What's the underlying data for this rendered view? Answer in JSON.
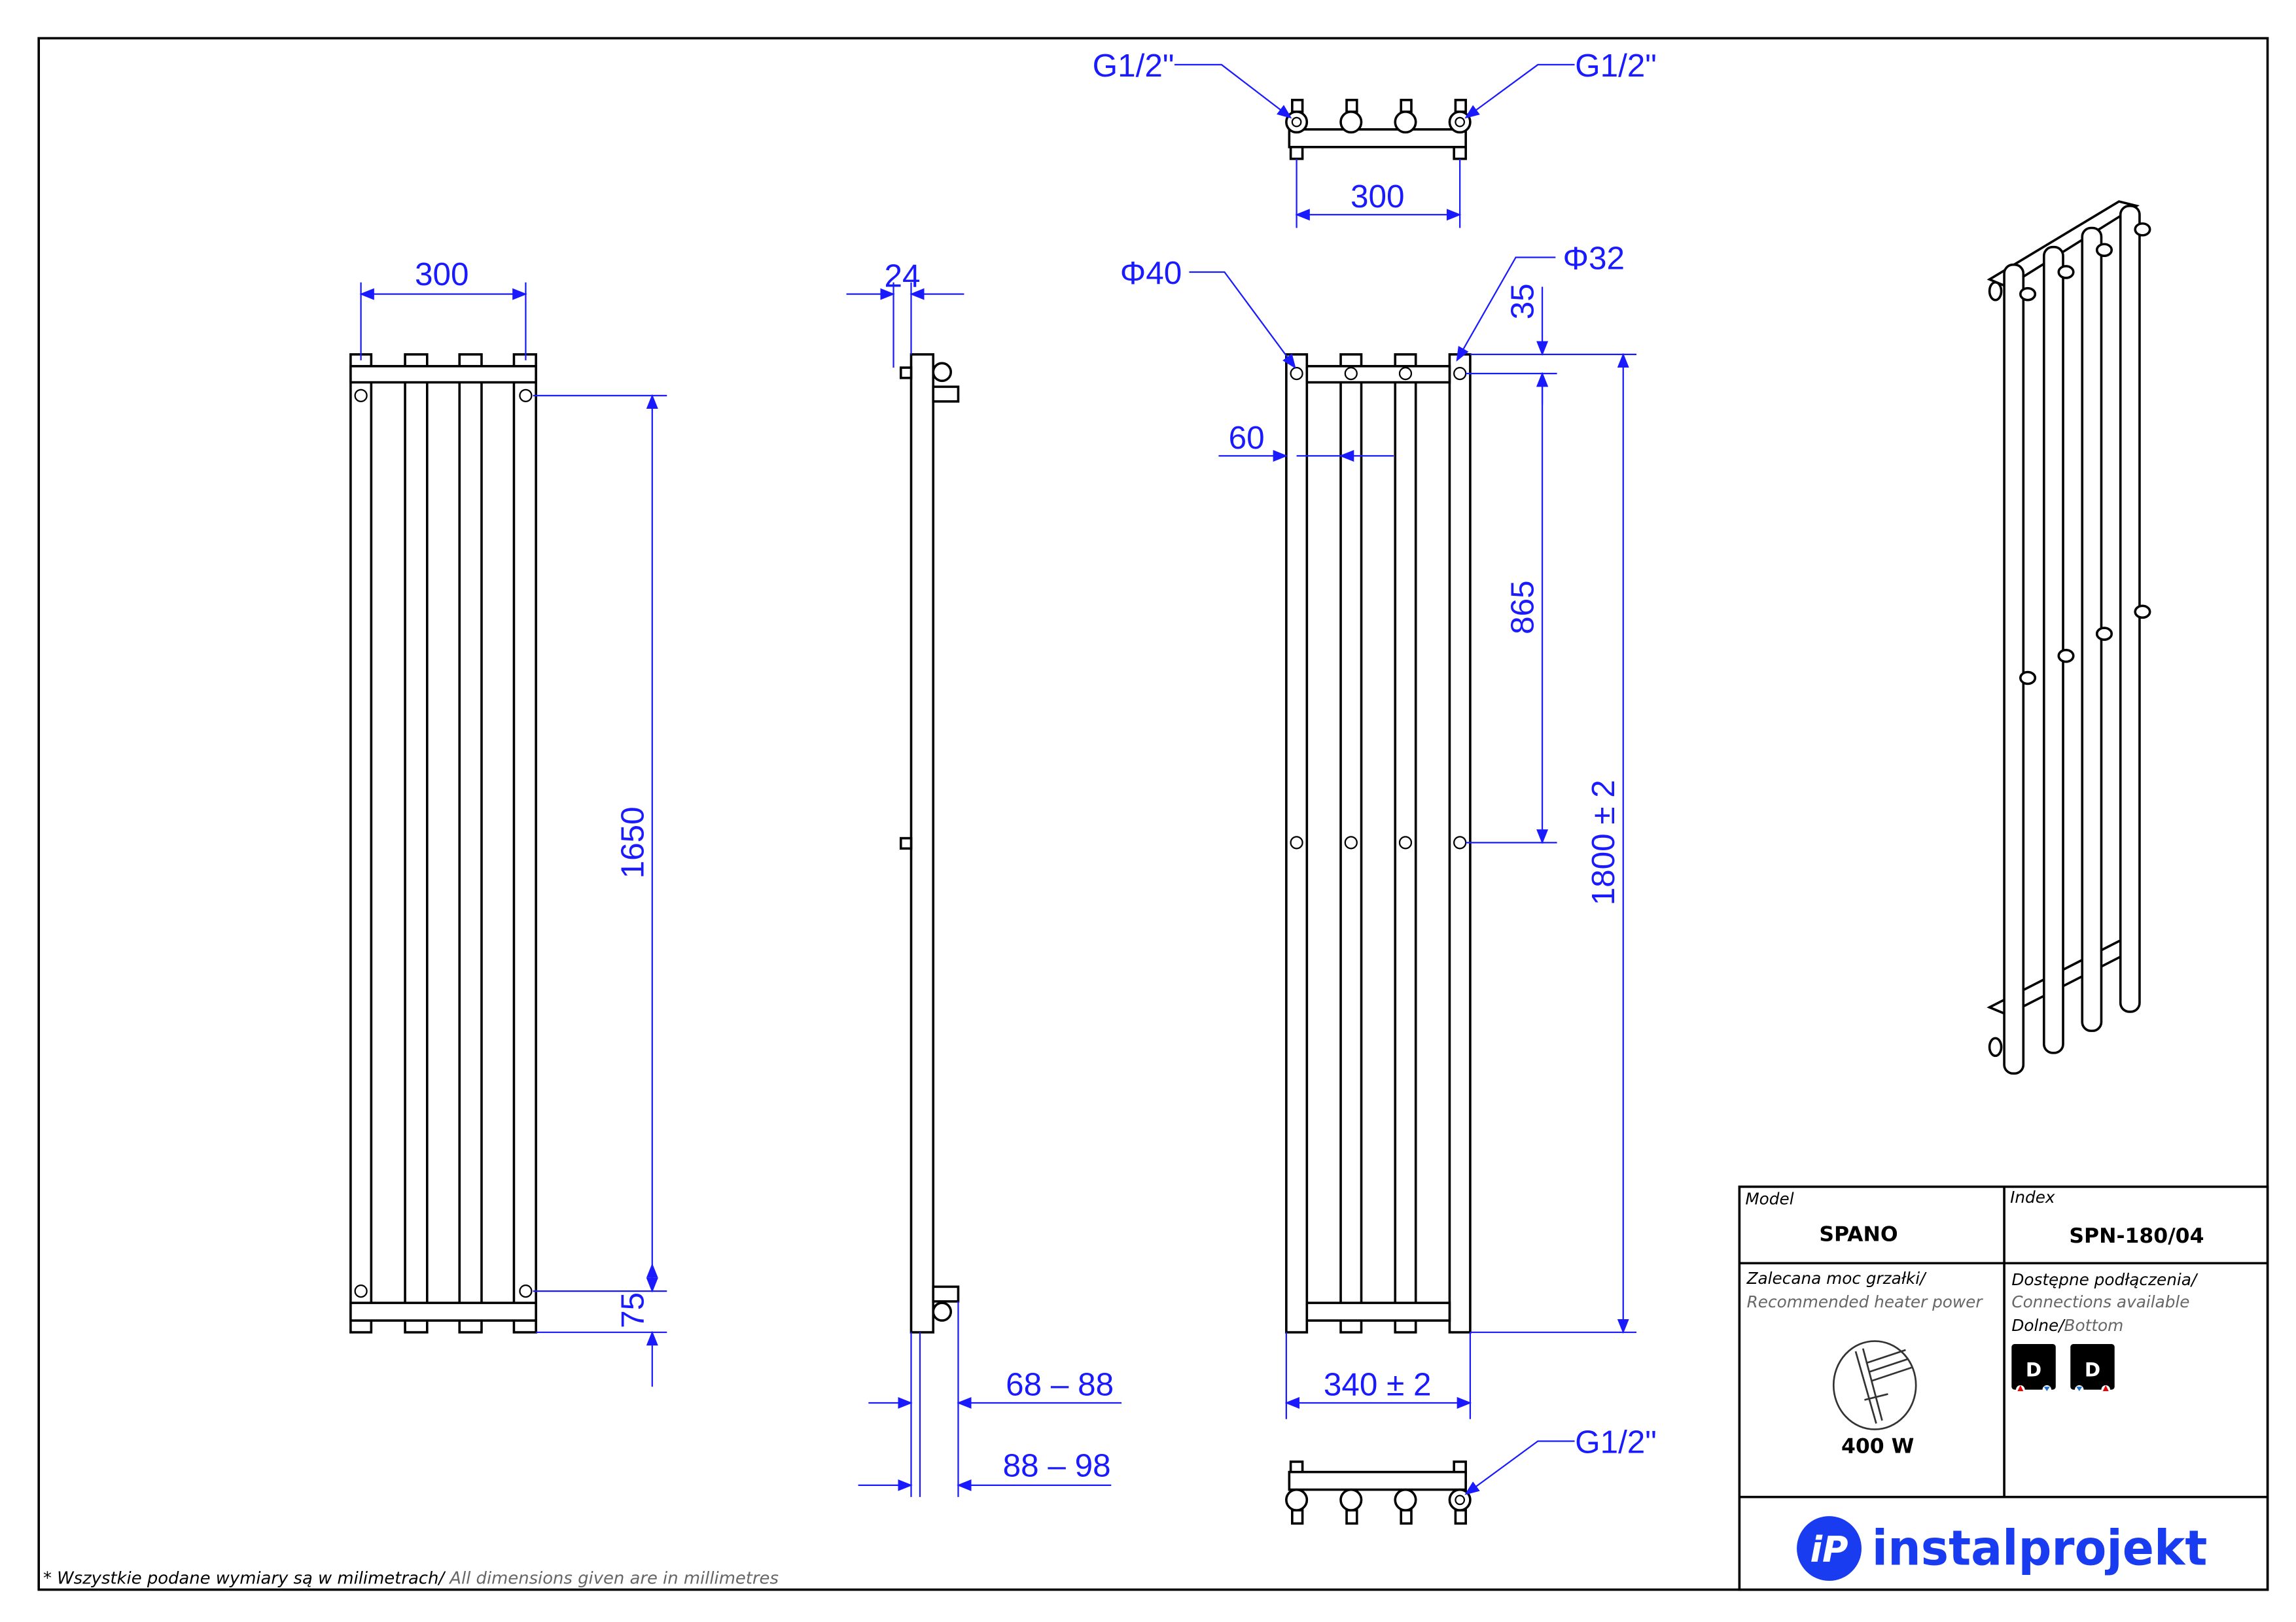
{
  "dimensions": {
    "front_width": "300",
    "front_height": "1650",
    "front_bottom": "75",
    "side_depth": "24",
    "side_offset_1": "68 – 88",
    "side_offset_2": "88 – 98",
    "pipe_diameter": "Φ40",
    "connector_diameter": "Φ32",
    "pipe_spacing": "60",
    "top_offset": "35",
    "bracket_spacing": "865",
    "total_height": "1800 ± 2",
    "total_width": "340 ± 2",
    "top_width": "300",
    "thread_left": "G1/2\"",
    "thread_right": "G1/2\"",
    "thread_bottom": "G1/2\""
  },
  "title_block": {
    "model_label": "Model",
    "model_value": "SPANO",
    "index_label": "Index",
    "index_value": "SPN-180/04",
    "heater_label_pl": "Zalecana moc grzałki/",
    "heater_label_en": "Recommended heater power",
    "heater_power": "400 W",
    "connections_label_pl": "Dostępne podłączenia/",
    "connections_label_en": "Connections available",
    "connections_type_pl": "Dolne/",
    "connections_type_en": "Bottom",
    "connection_badges": [
      "D",
      "D"
    ],
    "brand": "instalprojekt",
    "brand_logo_text": "iP",
    "brand_color": "#1a3cf0"
  },
  "footnote": {
    "pl": "* Wszystkie podane wymiary są w milimetrach/",
    "en": " All dimensions given are in millimetres"
  }
}
